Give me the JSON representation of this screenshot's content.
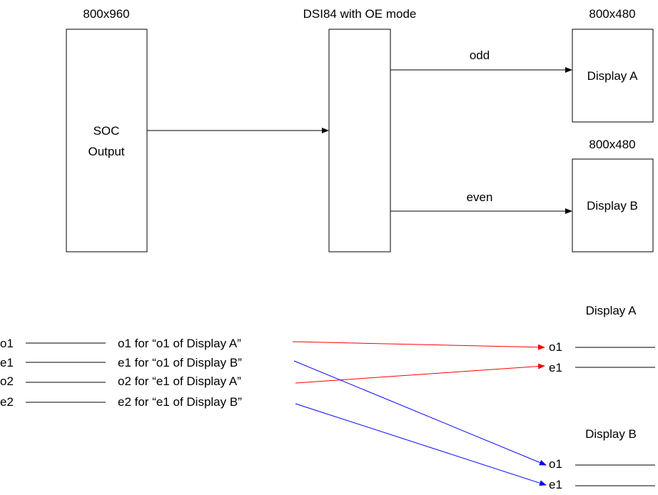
{
  "top": {
    "soc": {
      "resolution": "800x960",
      "label_line1": "SOC",
      "label_line2": "Output"
    },
    "bridge": {
      "label": "DSI84 with OE mode"
    },
    "display_a": {
      "resolution": "800x480",
      "label": "Display A"
    },
    "display_b": {
      "resolution": "800x480",
      "label": "Display B"
    },
    "arrow_odd": "odd",
    "arrow_even": "even"
  },
  "mapping": {
    "inputs": [
      {
        "name": "o1",
        "desc": "o1 for “o1 of Display A”"
      },
      {
        "name": "e1",
        "desc": "e1 for “o1 of Display B”"
      },
      {
        "name": "o2",
        "desc": "o2 for “e1 of Display A”"
      },
      {
        "name": "e2",
        "desc": "e2 for “e1 of Display B”"
      }
    ],
    "display_a": {
      "title": "Display A",
      "lines": [
        "o1",
        "e1"
      ]
    },
    "display_b": {
      "title": "Display B",
      "lines": [
        "o1",
        "e1"
      ]
    }
  },
  "colors": {
    "display_a_arrow": "#ff0000",
    "display_b_arrow": "#0000ff",
    "line": "#000000"
  }
}
